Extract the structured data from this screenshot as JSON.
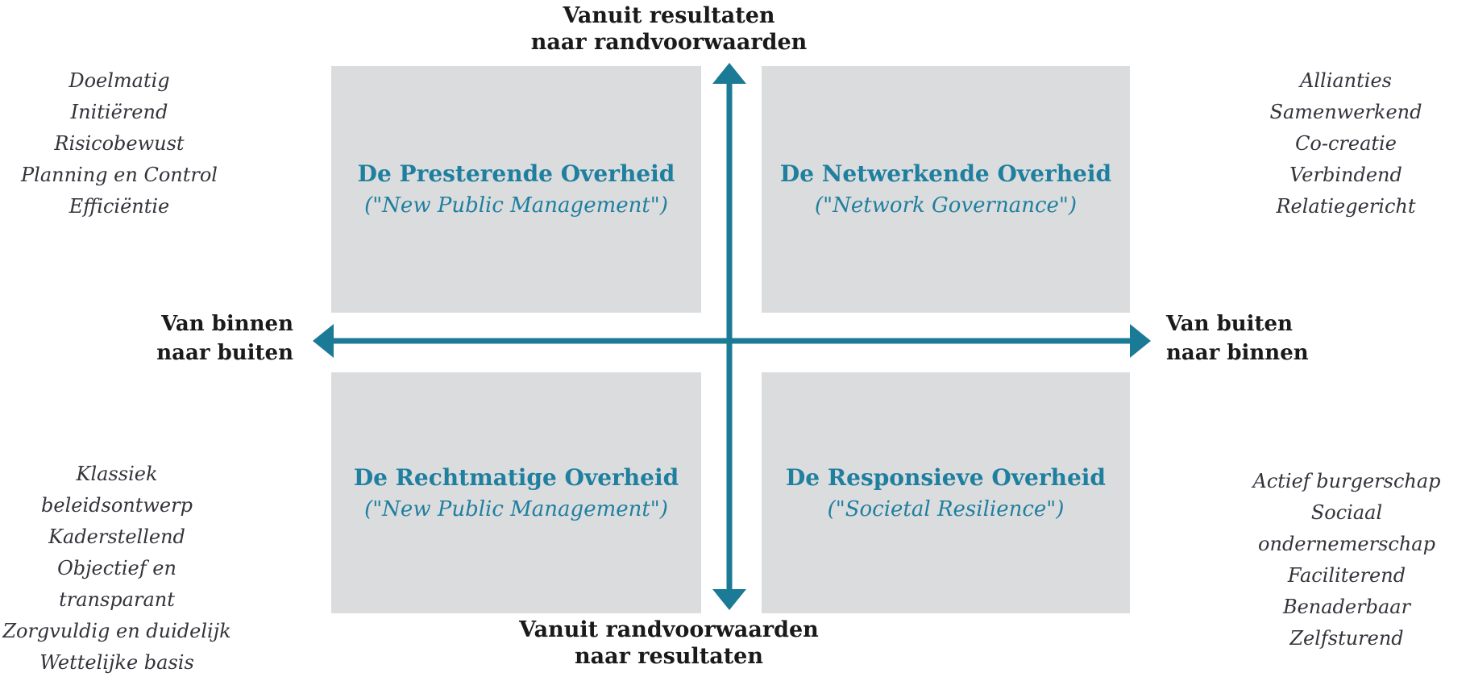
{
  "colors": {
    "arrow": "#1B7A96",
    "quadrant_bg": "#DBDCDD",
    "quadrant_title": "#1F7F9F",
    "axis_text": "#1A1A1A",
    "side_text": "#33333B"
  },
  "axes": {
    "top": {
      "line1": "Vanuit resultaten",
      "line2": "naar randvoorwaarden"
    },
    "bottom": {
      "line1": "Vanuit randvoorwaarden",
      "line2": "naar resultaten"
    },
    "left": {
      "line1": "Van binnen",
      "line2": "naar buiten"
    },
    "right": {
      "line1": "Van buiten",
      "line2": "naar binnen"
    }
  },
  "quadrants": {
    "top_left": {
      "title": "De Presterende Overheid",
      "subtitle": "(\"New Public Management\")"
    },
    "top_right": {
      "title": "De Netwerkende Overheid",
      "subtitle": "(\"Network Governance\")"
    },
    "bottom_left": {
      "title": "De Rechtmatige Overheid",
      "subtitle": "(\"New Public Management\")"
    },
    "bottom_right": {
      "title": "De Responsieve Overheid",
      "subtitle": "(\"Societal Resilience\")"
    }
  },
  "side_lists": {
    "top_left": [
      "Doelmatig",
      "Initiërend",
      "Risicobewust",
      "Planning en Control",
      "Efficiëntie"
    ],
    "top_right": [
      "Allianties",
      "Samenwerkend",
      "Co-creatie",
      "Verbindend",
      "Relatiegericht"
    ],
    "bottom_left": [
      "Klassiek beleidsontwerp",
      "Kaderstellend",
      "Objectief en transparant",
      "Zorgvuldig en duidelijk",
      "Wettelijke basis"
    ],
    "bottom_right": [
      "Actief burgerschap",
      "Sociaal ondernemerschap",
      "Faciliterend",
      "Benaderbaar",
      "Zelfsturend"
    ]
  }
}
